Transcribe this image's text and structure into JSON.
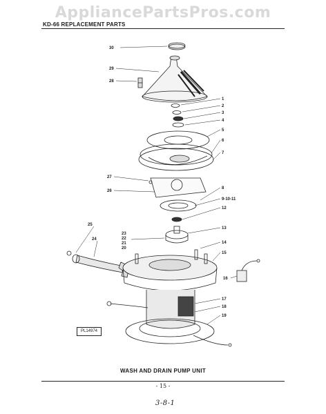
{
  "watermark": "AppliancePartsPros.com",
  "header": "KD-66 REPLACEMENT PARTS",
  "figure_ref": "PL14974",
  "caption": "WASH AND DRAIN PUMP UNIT",
  "page_number": "- 15 -",
  "handwritten_note": "3-8-1",
  "callouts": [
    "30",
    "29",
    "28",
    "1",
    "2",
    "3",
    "4",
    "5",
    "6",
    "7",
    "27",
    "26",
    "8",
    "9-10-11",
    "12",
    "25",
    "24",
    "23",
    "22",
    "21",
    "20",
    "13",
    "14",
    "15",
    "16",
    "17",
    "18",
    "19"
  ]
}
